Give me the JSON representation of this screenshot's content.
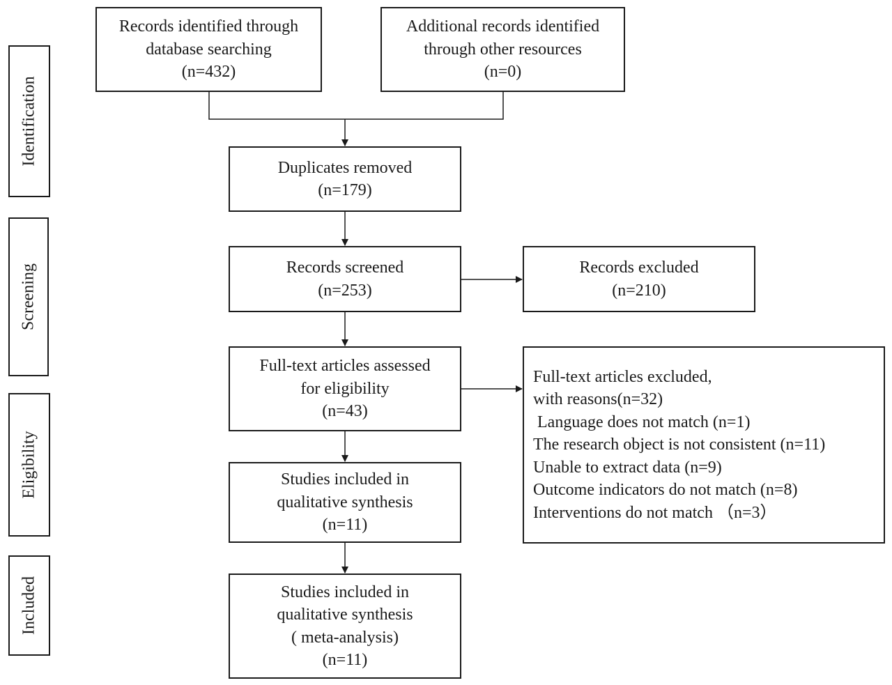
{
  "stages": {
    "identification": "Identification",
    "screening": "Screening",
    "eligibility": "Eligibility",
    "included": "Included"
  },
  "boxes": {
    "db_search": [
      "Records identified through",
      "database searching",
      "(n=432)"
    ],
    "other_sources": [
      "Additional records identified",
      "through other resources",
      "(n=0)"
    ],
    "duplicates": [
      "Duplicates removed",
      "(n=179)"
    ],
    "screened": [
      "Records screened",
      "(n=253)"
    ],
    "excluded": [
      "Records excluded",
      "(n=210)"
    ],
    "fulltext": [
      "Full-text articles assessed",
      "for eligibility",
      "(n=43)"
    ],
    "fulltext_excluded": [
      "Full-text articles excluded,",
      "with reasons(n=32)",
      " Language does not match (n=1)",
      "The research object is not consistent (n=11)",
      "Unable to extract data (n=9)",
      "Outcome indicators do not match (n=8)",
      "Interventions do not match （n=3）"
    ],
    "qualitative": [
      "Studies included in",
      "qualitative synthesis",
      "(n=11)"
    ],
    "quantitative": [
      "Studies included in",
      "qualitative synthesis",
      "( meta-analysis)",
      "(n=11)"
    ]
  }
}
